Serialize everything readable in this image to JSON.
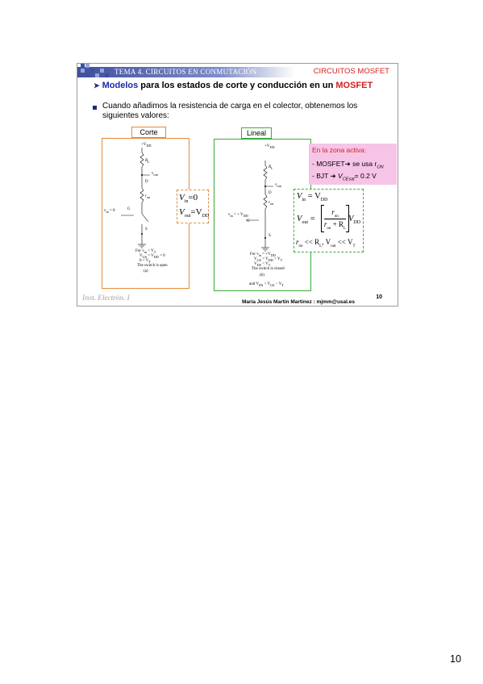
{
  "header": {
    "tema": "TEMA 4. CIRCUITOS EN CONMUTACIÓN",
    "topic": "CIRCUITOS MOSFET"
  },
  "headline": {
    "part1": "Modelos",
    "part2": " para los estados de corte y conducción en un ",
    "part3": "MOSFET"
  },
  "bullet": "Cuando añadimos la resistencia de carga en el colector, obtenemos los siguientes valores:",
  "corte": {
    "label": "Corte",
    "eq": {
      "v_in": "V",
      "v_in_sub": "in",
      "v_in_rhs": "=0",
      "v_out": "V",
      "v_out_sub": "out",
      "v_out_rhs": "=V",
      "v_out_rhs_sub": "DD"
    },
    "circuit": {
      "vdd": "+V",
      "vdd_sub": "DD",
      "rl": "R",
      "rl_sub": "L",
      "vout": "v",
      "vout_sub": "out",
      "d": "D",
      "ron": "r",
      "ron_sub": "on",
      "vin_label": "v",
      "vin_sub": "in",
      "vin_rhs": " = 0",
      "g": "G",
      "s": "S",
      "cap1": "For  v",
      "cap1_sub": "in",
      "cap1_rhs": " < V",
      "cap1_sub2": "T",
      "cap2": "V",
      "cap2_sub": "GS",
      "cap2_rhs": " = V",
      "cap2_sub2": "DD",
      "cap2_tail": " = 0",
      "cap3": "0 < V",
      "cap3_sub": "T",
      "cap4": "The switch is open",
      "fig": "(a)"
    }
  },
  "lineal": {
    "label": "Lineal",
    "eq": {
      "l1": "V",
      "l1_sub": "in",
      "l1_rhs": " = V",
      "l1_rhs_sub": "DD",
      "l2": "V",
      "l2_sub": "out",
      "l2_eq": " =",
      "frac_num": "r",
      "frac_num_sub": "on",
      "frac_den": "r",
      "frac_den_sub": "on",
      "frac_den_plus": " + R",
      "frac_den_sub2": "L",
      "l2_tail": "V",
      "l2_tail_sub": "DD",
      "l3": "r",
      "l3_sub": "on",
      "l3_mid": " << R",
      "l3_sub2": "L",
      "l3_mid2": ", V",
      "l3_sub3": "out",
      "l3_mid3": " << V",
      "l3_sub4": "T"
    },
    "circuit": {
      "vdd": "+V",
      "vdd_sub": "DD",
      "rl": "R",
      "rl_sub": "L",
      "vout": "v",
      "vout_sub": "out",
      "d": "D",
      "ron": "r",
      "ron_sub": "on",
      "vin_label": "v",
      "vin_sub": "in",
      "vin_rhs": " = + V",
      "vin_sub2": "DD",
      "g": "G",
      "s": "S",
      "cap1": "For  v",
      "cap1_sub": "in",
      "cap1_rhs": " = +V",
      "cap1_sub2": "DD",
      "cap2": "V",
      "cap2_sub": "GS",
      "cap2_rhs": " = V",
      "cap2_sub2": "DD",
      "cap2_tail": " > V",
      "cap2_sub3": "T",
      "cap3": "V",
      "cap3_sub": "DS",
      "cap3_rhs": " < V",
      "cap3_sub2": "T",
      "cap4": "The switch is closed",
      "fig": "(b)",
      "cap5": "and V",
      "cap5_sub": "DS",
      "cap5_rhs": " < V",
      "cap5_sub2": "GS",
      "cap5_tail": " − V",
      "cap5_sub3": "T"
    }
  },
  "active_zone": {
    "title": "En la zona activa:",
    "mosfet": "- MOSFET",
    "mosfet_rhs": " se usa r",
    "mosfet_sub": "ON",
    "bjt": "- BJT ",
    "bjt_v": "V",
    "bjt_sub": "CEsat",
    "bjt_rhs": "= 0.2 V"
  },
  "footer": {
    "left": "Inst. Electrón. I",
    "author": "María Jesús Martín Martínez : mjmm@usal.es",
    "slide_number": "10"
  },
  "page_number": "10",
  "colors": {
    "accent_blue": "#1a2aa8",
    "accent_red": "#d42020",
    "corte": "#e48a3a",
    "lineal": "#3aaa3a",
    "pink": "#f6c4e6"
  }
}
